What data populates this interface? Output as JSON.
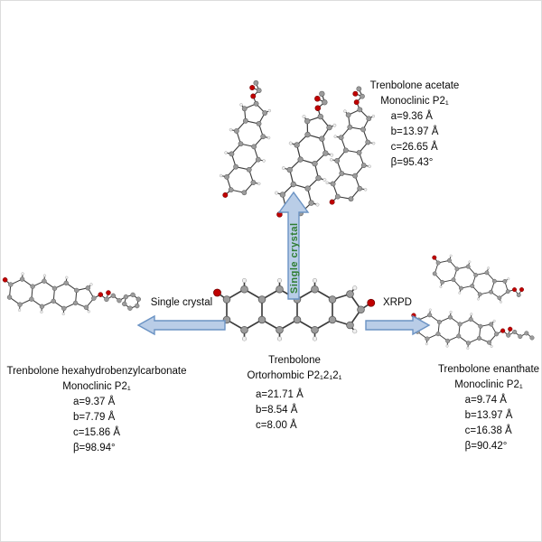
{
  "center": {
    "name": "Trenbolone",
    "system": "Ortorhombic P2₁2₁2₁",
    "a": "a=21.71 Å",
    "b": "b=8.54 Å",
    "c": "c=8.00 Å"
  },
  "top": {
    "name": "Trenbolone acetate",
    "system": "Monoclinic  P2₁",
    "a": "a=9.36 Å",
    "b": "b=13.97 Å",
    "c": "c=26.65 Å",
    "beta": "β=95.43°"
  },
  "left": {
    "name": "Trenbolone hexahydrobenzylcarbonate",
    "system": "Monoclinic  P2₁",
    "a": "a=9.37 Å",
    "b": "b=7.79 Å",
    "c": "c=15.86 Å",
    "beta": "β=98.94°"
  },
  "right": {
    "name": "Trenbolone enanthate",
    "system": "Monoclinic  P2₁",
    "a": "a=9.74 Å",
    "b": "b=13.97 Å",
    "c": "c=16.38 Å",
    "beta": "β=90.42°"
  },
  "arrows": {
    "up": "Single crystal",
    "left": "Single crystal",
    "right": "XRPD"
  },
  "colors": {
    "arrow_fill": "#b9cde7",
    "arrow_stroke": "#6b93c4",
    "up_label": "#2e7d32",
    "oxygen": "#c00000",
    "carbon": "#9c9c9c",
    "hydrogen": "#f0f0f0",
    "bond": "#3b3b3b"
  }
}
